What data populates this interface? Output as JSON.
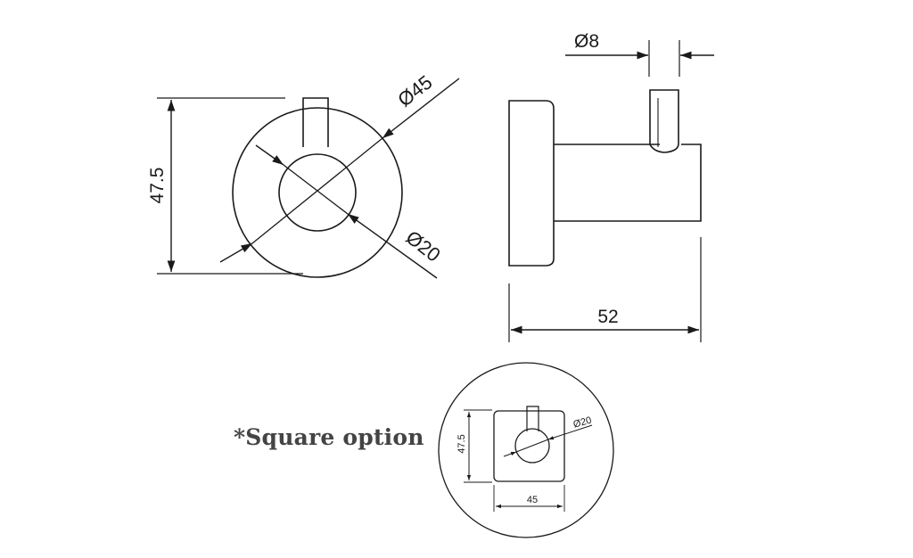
{
  "colors": {
    "line": "#1a1a1a",
    "label": "#444444",
    "background": "#ffffff"
  },
  "front_view": {
    "height_label": "47.5",
    "outer_diameter_label": "Ø45",
    "inner_diameter_label": "Ø20"
  },
  "side_view": {
    "hook_diameter_label": "Ø8",
    "depth_label": "52"
  },
  "square_option": {
    "title": "*Square option",
    "height_label": "47.5",
    "width_label": "45",
    "inner_diameter_label": "Ø20"
  }
}
